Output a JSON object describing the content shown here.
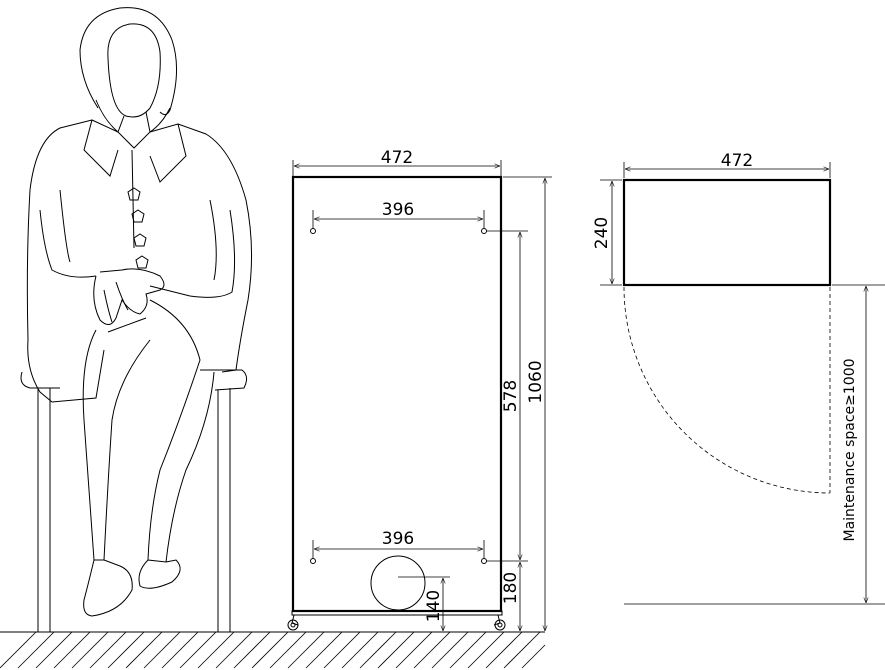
{
  "front_view": {
    "width_label": "472",
    "upper_hole_spacing_label": "396",
    "lower_hole_spacing_label": "396",
    "hole_vertical_spacing_label": "578",
    "height_label": "1060",
    "bottom_offset_label": "180",
    "port_center_height_label": "140"
  },
  "top_view": {
    "width_label": "472",
    "depth_label": "240",
    "maintenance_label": "Maintenance space≥1000"
  }
}
